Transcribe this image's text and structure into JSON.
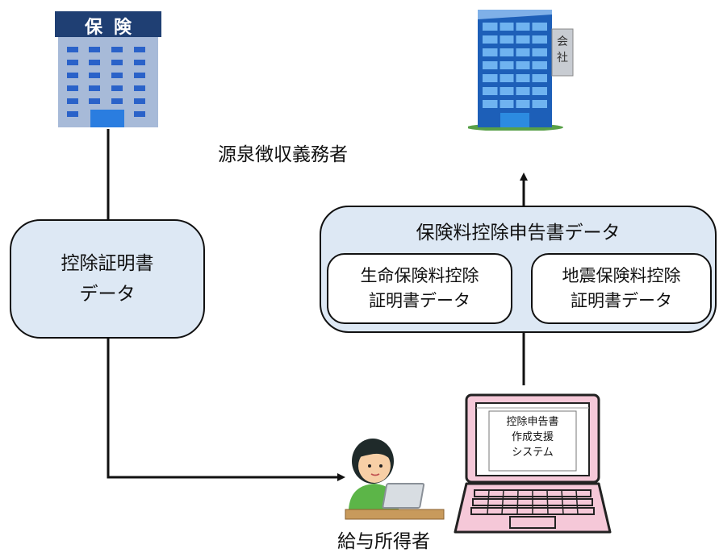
{
  "insurer": {
    "sign": "保険"
  },
  "company": {
    "sign": "会社"
  },
  "withholding_agent_label": "源泉徴収義務者",
  "certificate_box": {
    "line1": "控除証明書",
    "line2": "データ"
  },
  "declaration_box": {
    "title": "保険料控除申告書データ",
    "life": {
      "line1": "生命保険料控除",
      "line2": "証明書データ"
    },
    "earthquake": {
      "line1": "地震保険料控除",
      "line2": "証明書データ"
    }
  },
  "system": {
    "line1": "控除申告書",
    "line2": "作成支援",
    "line3": "システム"
  },
  "earner_label": "給与所得者",
  "colors": {
    "box_fill": "#dde8f4",
    "building_blue": "#5a8fd1",
    "laptop_pink": "#f5c8d8",
    "person_shirt": "#5cb548"
  }
}
